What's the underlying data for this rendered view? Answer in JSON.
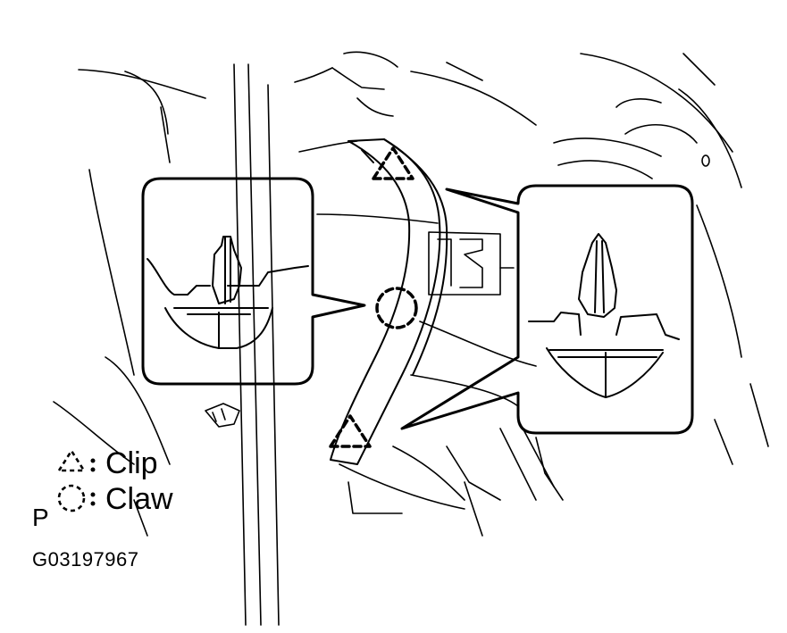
{
  "legend": {
    "clip_label": "Clip",
    "claw_label": "Claw",
    "p_label": "P"
  },
  "figure_id": "G03197967",
  "icons": {
    "clip": "dashed-triangle-icon",
    "claw": "dashed-circle-icon"
  },
  "colors": {
    "line": "#000000",
    "background": "#ffffff"
  }
}
